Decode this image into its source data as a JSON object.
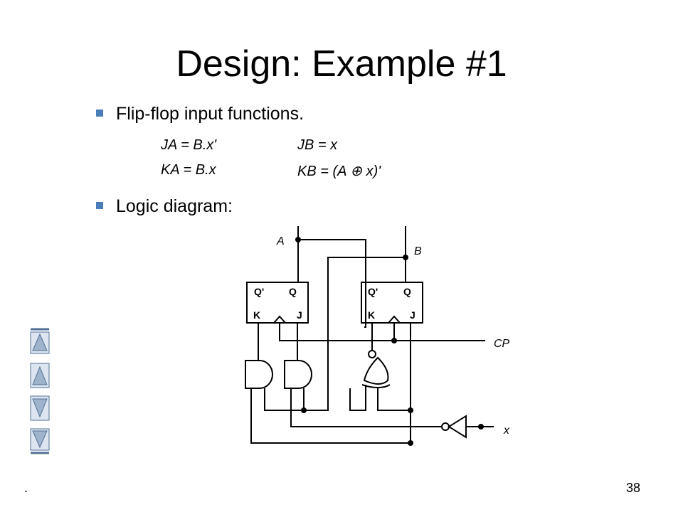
{
  "slide": {
    "title": "Design: Example #1",
    "bullets": [
      "Flip-flop input functions.",
      "Logic diagram:"
    ],
    "functions": {
      "ja": "JA = B.x'",
      "jb": "JB = x",
      "ka": "KA = B.x",
      "kb": "KB = (A ⊕ x)'"
    },
    "page_number": "38",
    "footer_dot": "."
  },
  "diagram": {
    "ff_a": {
      "q_bar": "Q'",
      "q": "Q",
      "k": "K",
      "j": "J"
    },
    "ff_b": {
      "q_bar": "Q'",
      "q": "Q",
      "k": "K",
      "j": "J"
    },
    "labels": {
      "a": "A",
      "b": "B",
      "cp": "CP",
      "x": "x"
    }
  },
  "nav": {
    "icons": [
      "first-slide-icon",
      "previous-slide-icon",
      "next-slide-icon",
      "last-slide-icon"
    ],
    "color_fill": "#9fb3cc",
    "color_stroke": "#4f6f96"
  }
}
